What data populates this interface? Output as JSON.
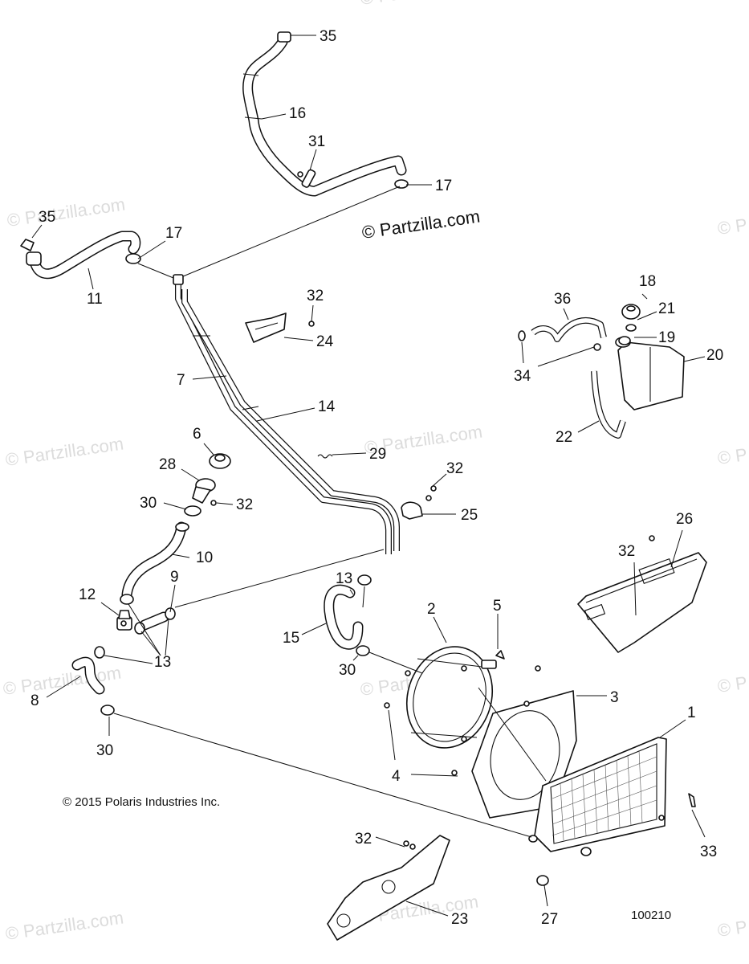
{
  "watermark": {
    "main": "© Partzilla.com",
    "tile": "© Partzilla.com",
    "edge": "© P"
  },
  "copyright": "© 2015 Polaris Industries Inc.",
  "diagram_number": "100210",
  "callouts": {
    "c1": "1",
    "c2": "2",
    "c3": "3",
    "c4": "4",
    "c5": "5",
    "c6": "6",
    "c7": "7",
    "c8": "8",
    "c9": "9",
    "c10": "10",
    "c11": "11",
    "c12": "12",
    "c13a": "13",
    "c13b": "13",
    "c14": "14",
    "c15": "15",
    "c16": "16",
    "c17a": "17",
    "c17b": "17",
    "c18": "18",
    "c19": "19",
    "c20": "20",
    "c21": "21",
    "c22": "22",
    "c23": "23",
    "c24": "24",
    "c25": "25",
    "c26": "26",
    "c27": "27",
    "c28": "28",
    "c29": "29",
    "c30a": "30",
    "c30b": "30",
    "c30c": "30",
    "c31": "31",
    "c32a": "32",
    "c32b": "32",
    "c32c": "32",
    "c32d": "32",
    "c32e": "32",
    "c33": "33",
    "c34": "34",
    "c35a": "35",
    "c35b": "35",
    "c36": "36"
  }
}
